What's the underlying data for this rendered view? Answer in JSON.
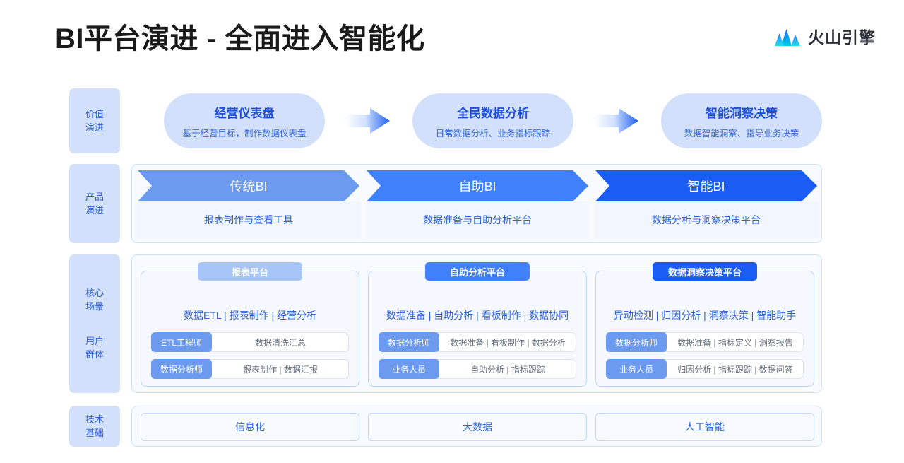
{
  "header": {
    "title": "BI平台演进 - 全面进入智能化",
    "brand_name": "火山引擎",
    "brand_icon": "volcano-mountain-icon",
    "brand_colors": [
      "#1664ff",
      "#00c8dc",
      "#3b82f6"
    ]
  },
  "rows": {
    "value": {
      "label_lines": [
        "价值演进"
      ],
      "arrow_icon": "right-block-arrow-icon",
      "cards": [
        {
          "title": "经营仪表盘",
          "subtitle": "基于经营目标，制作数据仪表盘"
        },
        {
          "title": "全民数据分析",
          "subtitle": "日常数据分析、业务指标跟踪"
        },
        {
          "title": "智能洞察决策",
          "subtitle": "数据智能洞察、指导业务决策"
        }
      ]
    },
    "product": {
      "label_lines": [
        "产品演进"
      ],
      "stages": [
        {
          "name": "传统BI",
          "subtitle": "报表制作与查看工具",
          "color": "#6c9aef"
        },
        {
          "name": "自助BI",
          "subtitle": "数据准备与自助分析平台",
          "color": "#4080fa"
        },
        {
          "name": "智能BI",
          "subtitle": "数据分析与洞察决策平台",
          "color": "#1b5cf5"
        }
      ]
    },
    "core": {
      "label_lines": [
        "核心场景",
        "用户群体"
      ],
      "columns": [
        {
          "platform": "报表平台",
          "badge_color": "#a8c5f7",
          "scenarios": "数据ETL | 报表制作 | 经营分析",
          "roles": [
            {
              "role": "ETL工程师",
              "tasks": "数据清洗汇总"
            },
            {
              "role": "数据分析师",
              "tasks": "报表制作 | 数据汇报"
            }
          ]
        },
        {
          "platform": "自助分析平台",
          "badge_color": "#4080fa",
          "scenarios": "数据准备 | 自助分析 | 看板制作 | 数据协同",
          "roles": [
            {
              "role": "数据分析师",
              "tasks": "数据准备 | 看板制作 | 数据分析"
            },
            {
              "role": "业务人员",
              "tasks": "自助分析 | 指标跟踪"
            }
          ]
        },
        {
          "platform": "数据洞察决策平台",
          "badge_color": "#1b5cf5",
          "scenarios": "异动检测 | 归因分析 | 洞察决策 | 智能助手",
          "roles": [
            {
              "role": "数据分析师",
              "tasks": "数据准备 | 指标定义 | 洞察报告"
            },
            {
              "role": "业务人员",
              "tasks": "归因分析 | 指标跟踪 | 数据问答"
            }
          ]
        }
      ]
    },
    "tech": {
      "label_lines": [
        "技术基础"
      ],
      "items": [
        "信息化",
        "大数据",
        "人工智能"
      ]
    }
  }
}
